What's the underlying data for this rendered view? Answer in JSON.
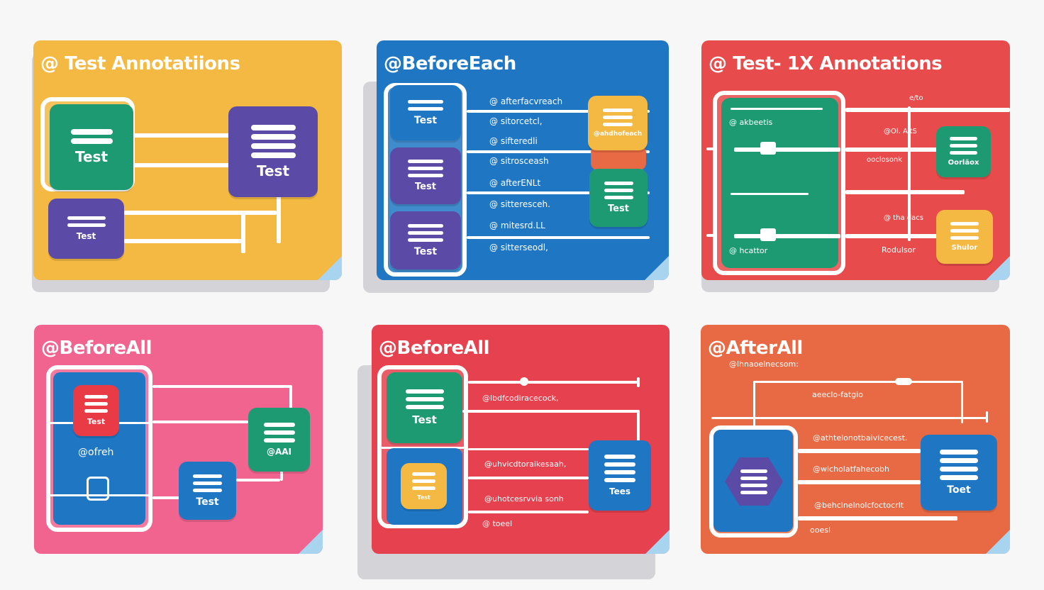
{
  "colors": {
    "yellow": "#F4B942",
    "blue": "#1F77C4",
    "red": "#E84B4B",
    "pink": "#F26490",
    "crimson": "#E5414F",
    "orange": "#E86A44",
    "green": "#1E9A72",
    "purple": "#5B4AA6"
  },
  "panels": [
    {
      "title": "@ Test Annotatiions",
      "blocks": [
        "Test",
        "Test",
        "Test"
      ],
      "labels": []
    },
    {
      "title": "@BeforeEach",
      "blocks": [
        "Test",
        "Test",
        "Test",
        "@ahdhofeach",
        "Test"
      ],
      "labels": [
        "@ afterfacvreach",
        "@ sitorcetcl,",
        "@ sifteredli",
        "@ sitrosceash",
        "@ afterENLt",
        "@ sitteresceh.",
        "@ mitesrd.LL",
        "@ sitterseodl,"
      ]
    },
    {
      "title": "@ Test-  1X Annotations",
      "blocks": [
        "Oorläox",
        "Shulor"
      ],
      "labels": [
        "@ akbeetis",
        "@ hcattor",
        "e/to",
        "@Ol. AltS",
        "ooclosonk",
        "@ tha dacs",
        "Rodulsor"
      ]
    },
    {
      "title": "@BeforeAll",
      "blocks": [
        "Test",
        "@AAI",
        "Test"
      ],
      "labels": [
        "@ofreh"
      ]
    },
    {
      "title": "@BeforeAll",
      "blocks": [
        "Test",
        "Test",
        "Tees"
      ],
      "labels": [
        "@lbdfcodiracecock,",
        "@uhvicdtoraikesaah,",
        "@uhotcesrvvia sonh",
        "@ toeel"
      ]
    },
    {
      "title": "@AfterAll",
      "blocks": [
        "Toet"
      ],
      "labels": [
        "@lhnaoelnecsom:",
        "aeeclo-fatgio",
        "@athtelonotbaivicecest.",
        "@wlcholatfahecobh",
        "@behclnelnolcfoctocrlt",
        "ooesl"
      ]
    }
  ]
}
